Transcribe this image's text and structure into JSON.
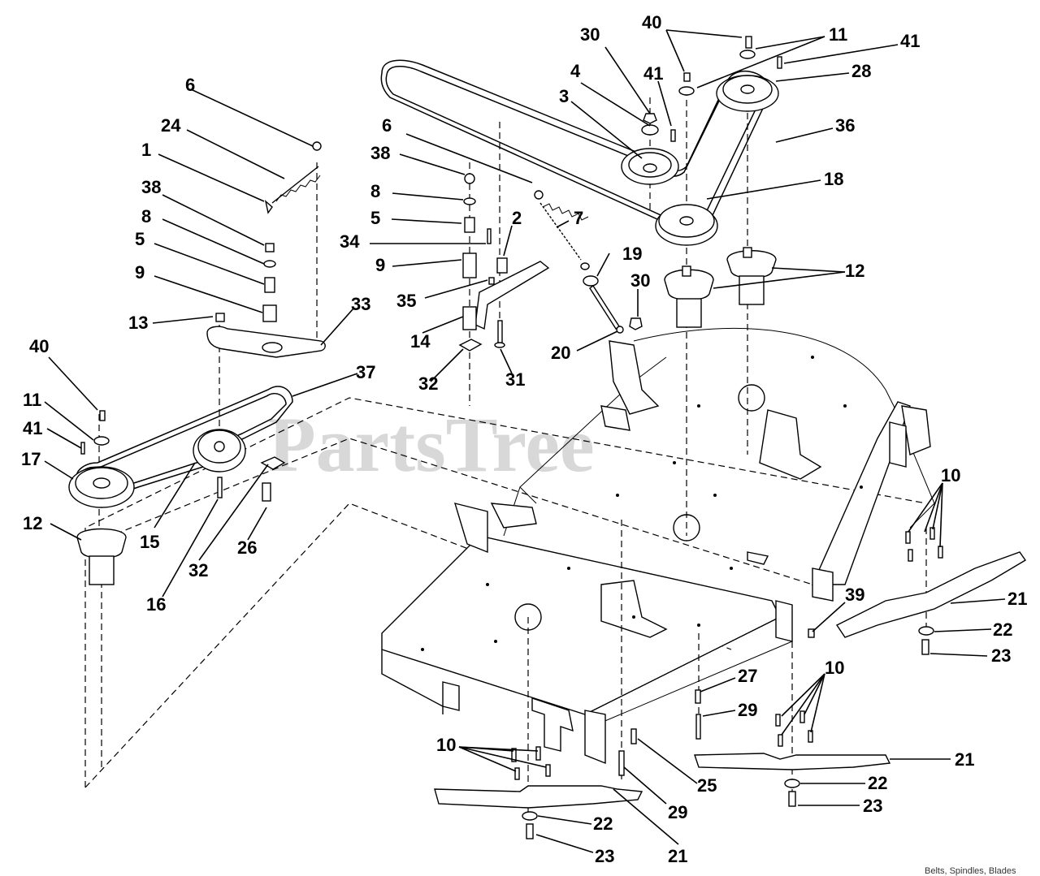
{
  "watermark": "PartsTree",
  "caption": "Belts, Spindles, Blades",
  "callouts": [
    "40",
    "11",
    "41",
    "30",
    "4",
    "41",
    "28",
    "3",
    "36",
    "6",
    "38",
    "18",
    "8",
    "5",
    "2",
    "7",
    "34",
    "9",
    "19",
    "35",
    "30",
    "12",
    "14",
    "20",
    "31",
    "32",
    "6",
    "24",
    "1",
    "38",
    "8",
    "5",
    "9",
    "33",
    "13",
    "40",
    "37",
    "11",
    "41",
    "17",
    "12",
    "15",
    "32",
    "26",
    "16",
    "10",
    "39",
    "21",
    "22",
    "23",
    "27",
    "10",
    "29",
    "21",
    "22",
    "23",
    "10",
    "25",
    "29",
    "22",
    "23",
    "21"
  ]
}
